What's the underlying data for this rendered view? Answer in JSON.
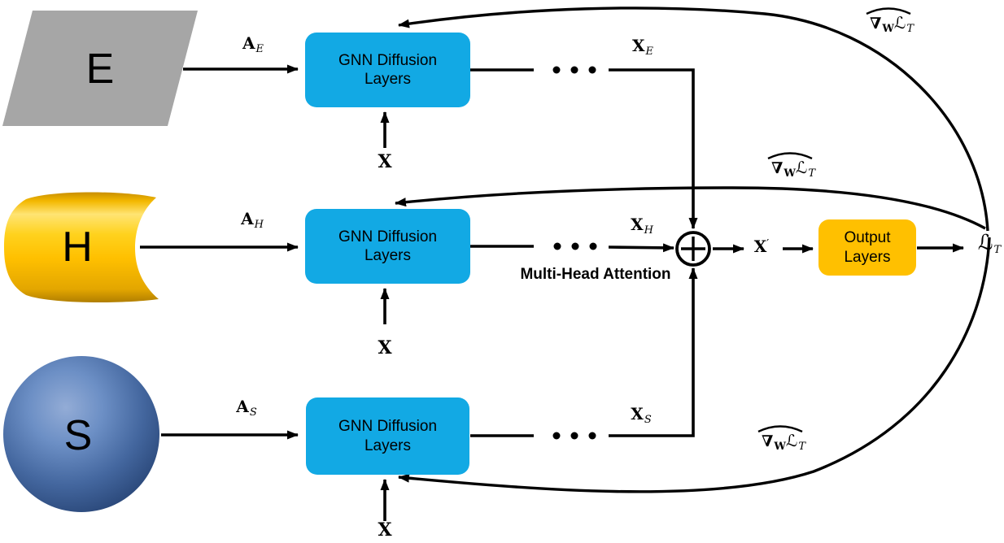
{
  "nodes": {
    "input_e": {
      "label": "E"
    },
    "input_h": {
      "label": "H"
    },
    "input_s": {
      "label": "S"
    },
    "gnn_box": {
      "line1": "GNN Diffusion",
      "line2": "Layers"
    },
    "output_box": {
      "line1": "Output",
      "line2": "Layers"
    }
  },
  "edges": {
    "adj_e": {
      "base": "A",
      "sub": "E"
    },
    "adj_h": {
      "base": "A",
      "sub": "H"
    },
    "adj_s": {
      "base": "A",
      "sub": "S"
    },
    "feature_input": {
      "base": "X"
    },
    "out_e": {
      "base": "X",
      "sub": "E"
    },
    "out_h": {
      "base": "X",
      "sub": "H"
    },
    "out_s": {
      "base": "X",
      "sub": "S"
    },
    "fused": {
      "base": "X",
      "prime": "′"
    },
    "loss": {
      "base": "ℒ",
      "sub": "T"
    },
    "grad": {
      "nabla": "∇",
      "sub_w": "W",
      "loss": "ℒ",
      "sub_t": "T"
    },
    "ellipsis": "• • •"
  },
  "annotations": {
    "attention": "Multi-Head Attention",
    "aggregate_symbol": "⊕"
  },
  "colors": {
    "background": "#FFFFFF",
    "line": "#000000",
    "text": "#000000",
    "gnn_box_fill": "#12A9E4",
    "output_box_fill": "#FFC000",
    "parallelogram_fill": "#A6A6A6",
    "cylinder_fill": "#FFC000",
    "cylinder_highlight": "#FFE473",
    "cylinder_shadow": "#B07E00",
    "sphere_highlight": "#93ACD6",
    "sphere_mid": "#44679F",
    "sphere_dark": "#203A63"
  }
}
